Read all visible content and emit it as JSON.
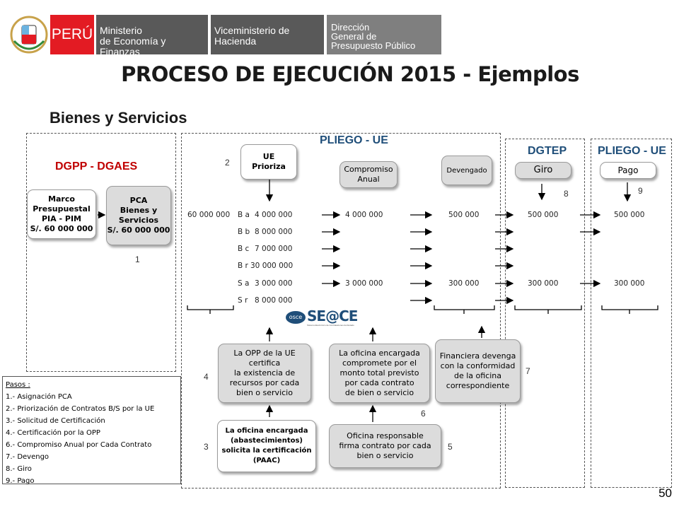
{
  "header": {
    "peru": "PERÚ",
    "ministerio": [
      "Ministerio",
      "de Economía y",
      "Finanzas"
    ],
    "viceministerio": [
      "Viceministerio de",
      "Hacienda"
    ],
    "direccion": [
      "Dirección",
      "General de",
      "Presupuesto Público"
    ]
  },
  "title": "PROCESO DE EJECUCIÓN  2015 - Ejemplos",
  "subtitle": "Bienes y Servicios",
  "sections": {
    "dgpp": "DGPP - DGAES",
    "pliego_ue": "PLIEGO  -  UE",
    "dgtep": "DGTEP",
    "pliego_ue_right": "PLIEGO - UE"
  },
  "boxes": {
    "marco": [
      "Marco",
      "Presupuestal",
      "PIA - PIM",
      "S/.  60 000 000"
    ],
    "pca": [
      "PCA",
      "Bienes  y",
      "Servicios",
      "S/. 60 000 000"
    ],
    "ue_prioriza": [
      "UE",
      "Prioriza"
    ],
    "compromiso": [
      "Compromiso",
      "Anual"
    ],
    "devengado": "Devengado",
    "giro": "Giro",
    "pago": "Pago",
    "opp": [
      "La OPP de la UE certifica",
      "la existencia  de",
      "recursos por cada",
      "bien o servicio"
    ],
    "oficina_compromete": [
      "La oficina  encargada",
      "compromete por el",
      "monto  total previsto",
      "por cada contrato",
      "de bien o servicio"
    ],
    "financiera": [
      "Financiera devenga",
      "con la conformidad",
      "de la  oficina",
      "correspondiente"
    ],
    "oficina_solicita": [
      "La oficina encargada",
      "(abastecimientos)",
      "solicita la certificación",
      "(PAAC)"
    ],
    "oficina_responsable": [
      "Oficina responsable",
      "firma  contrato por cada",
      "bien o servicio"
    ]
  },
  "step_numbers": {
    "n1": "1",
    "n2": "2",
    "n3": "3",
    "n4": "4",
    "n5": "5",
    "n6": "6",
    "n7": "7",
    "n8": "8",
    "n9": "9"
  },
  "total_amount": "60 000 000",
  "rows": [
    {
      "code": "B a",
      "amount": "4 000 000",
      "compromiso": "4 000 000",
      "devengado": "500 000",
      "giro": "500 000",
      "pago": "500 000"
    },
    {
      "code": "B b",
      "amount": "8 000 000",
      "compromiso": "",
      "devengado": "",
      "giro": "",
      "pago": ""
    },
    {
      "code": "B c",
      "amount": "7 000 000",
      "compromiso": "",
      "devengado": "",
      "giro": "",
      "pago": ""
    },
    {
      "code": "B r",
      "amount": "30 000 000",
      "compromiso": "",
      "devengado": "",
      "giro": "",
      "pago": ""
    },
    {
      "code": "S a",
      "amount": "3 000 000",
      "compromiso": "3 000 000",
      "devengado": "300 000",
      "giro": "300 000",
      "pago": "300 000"
    },
    {
      "code": "S r",
      "amount": "8 000 000",
      "compromiso": "",
      "devengado": "",
      "giro": "",
      "pago": ""
    }
  ],
  "seace": {
    "osce": "osce",
    "brand": "SE@CE",
    "caption": "Sistema Electrónico de Contrataciones del Estado"
  },
  "pasos": {
    "title": "Pasos :",
    "items": [
      "1.-    Asignación PCA",
      "2.-    Priorización de Contratos B/S por la UE",
      "3.-    Solicitud de Certificación",
      "4.-    Certificación por la OPP",
      "6.-    Compromiso Anual por Cada Contrato",
      "7.-    Devengo",
      "8.-    Giro",
      "9.-    Pago"
    ]
  },
  "page_number": "50",
  "colors": {
    "peru_red": "#e31b23",
    "header_grey": "#595959",
    "dgpp_red": "#c00000",
    "pliego_blue": "#1f4e79"
  }
}
